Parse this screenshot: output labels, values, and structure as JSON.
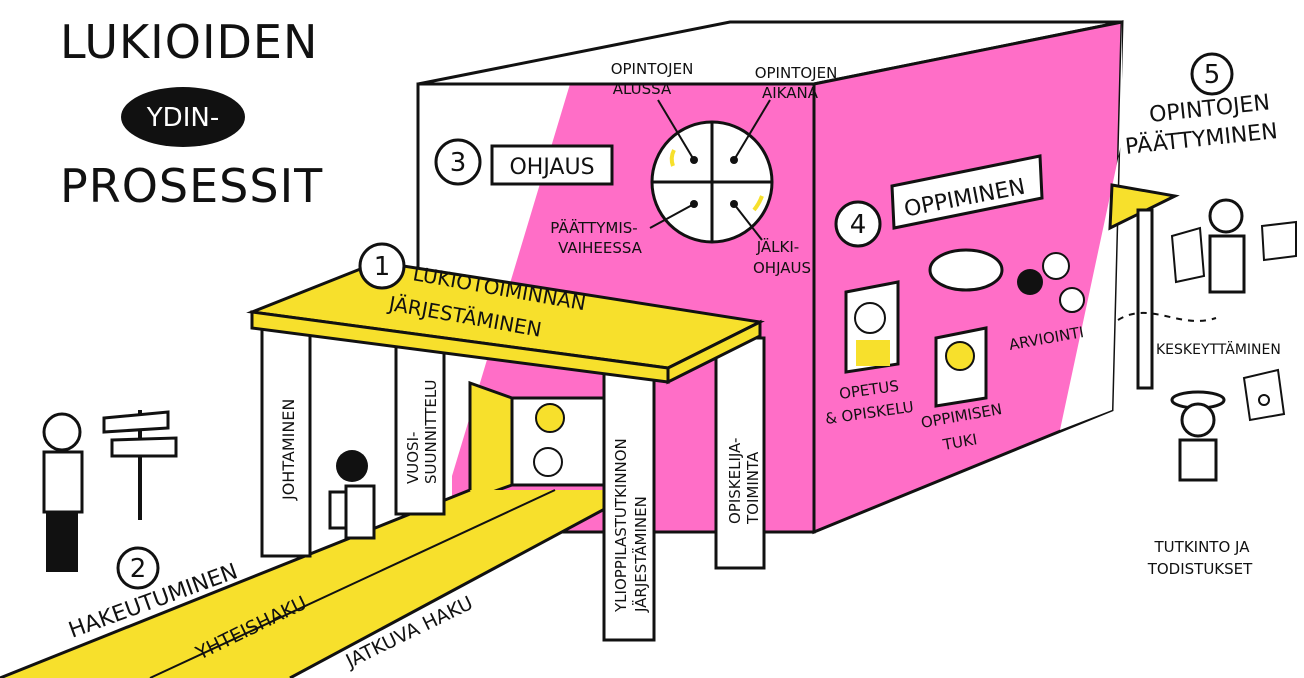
{
  "title": {
    "line1": "LUKIOIDEN",
    "badge": "YDIN-",
    "line3": "PROSESSIT"
  },
  "colors": {
    "pink": "#FF6EC7",
    "yellow": "#F7E02C",
    "ink": "#111111"
  },
  "roof": {
    "number": "1",
    "line1": "LUKIOTOIMINNAN",
    "line2": "JÄRJESTÄMINEN"
  },
  "pillars": [
    {
      "label": "JOHTAMINEN"
    },
    {
      "line1": "VUOSI-",
      "line2": "SUUNNITTELU"
    },
    {
      "line1": "YLIOPPILASTUTKINNON",
      "line2": "JÄRJESTÄMINEN"
    },
    {
      "line1": "OPISKELIJA-",
      "line2": "TOIMINTA"
    }
  ],
  "hakeutuminen": {
    "number": "2",
    "label": "HAKEUTUMINEN",
    "path1": "YHTEISHAKU",
    "path2": "JATKUVA HAKU"
  },
  "ohjaus": {
    "number": "3",
    "label": "OHJAUS",
    "top_left": "OPINTOJEN ALUSSA",
    "top_left_l1": "OPINTOJEN",
    "top_left_l2": "ALUSSA",
    "top_right_l1": "OPINTOJEN",
    "top_right_l2": "AIKANA",
    "bottom_left_l1": "PÄÄTTYMIS-",
    "bottom_left_l2": "VAIHEESSA",
    "bottom_right_l1": "JÄLKI-",
    "bottom_right_l2": "OHJAUS"
  },
  "oppiminen": {
    "number": "4",
    "label": "OPPIMINEN",
    "opetus_l1": "OPETUS",
    "opetus_l2": "& OPISKELU",
    "tuki_l1": "OPPIMISEN",
    "tuki_l2": "TUKI",
    "arviointi": "ARVIOINTI"
  },
  "paattyminen": {
    "number": "5",
    "line1": "OPINTOJEN",
    "line2": "PÄÄTTYMINEN",
    "keskeyttaminen": "KESKEYTTÄMINEN",
    "tutkinto_l1": "TUTKINTO JA",
    "tutkinto_l2": "TODISTUKSET"
  }
}
